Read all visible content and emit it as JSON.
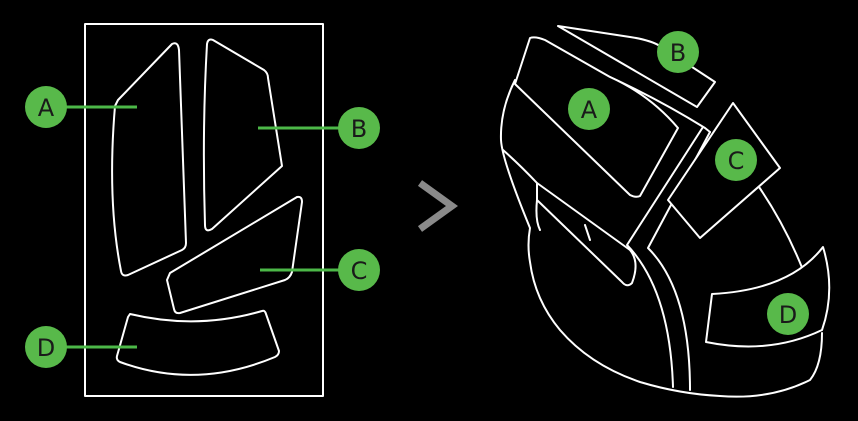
{
  "colors": {
    "background": "#000000",
    "outline": "#ffffff",
    "label_fill": "#58b94a",
    "leader_line": "#4cb848",
    "arrow": "#8a8a8a"
  },
  "arrow_icon": "chevron-right-icon",
  "left_panel": {
    "labels": {
      "a": "A",
      "b": "B",
      "c": "C",
      "d": "D"
    }
  },
  "right_panel": {
    "labels": {
      "a": "A",
      "b": "B",
      "c": "C",
      "d": "D"
    }
  }
}
